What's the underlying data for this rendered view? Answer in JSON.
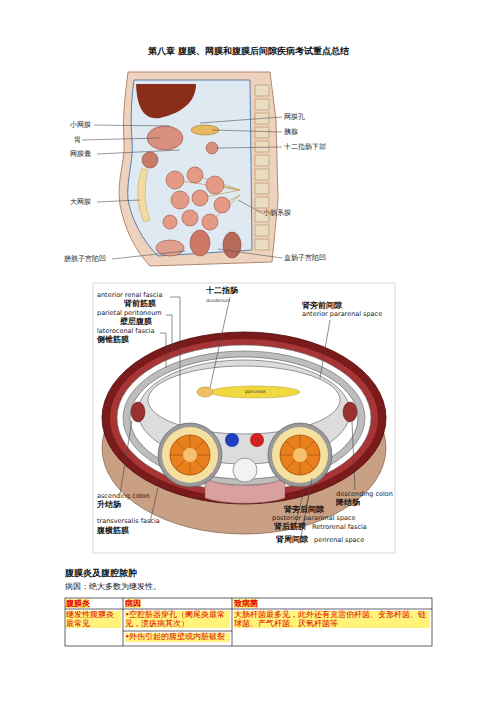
{
  "diagram": {
    "title": "第八章 腹膜、网膜和腹膜后间隙疾病考试重点总结",
    "labels": [
      "小网膜",
      "胃",
      "网膜囊",
      "大网膜",
      "膀胱子宫陷凹",
      "网膜孔",
      "胰腺",
      "十二指肠下部",
      "小肠系膜",
      "直肠子宫陷凹",
      "anterior renal fascia",
      "肾前筋膜",
      "parietal peritoneum",
      "壁层腹膜",
      "lateroconal fascia",
      "侧锥筋膜",
      "十二指肠",
      "duodenum",
      "肾旁前间隙",
      "anterior pararenal space",
      "pancreas",
      "ascending colon",
      "升结肠",
      "transversalis fascia",
      "腹横筋膜",
      "descending colon",
      "降结肠",
      "肾旁后间隙",
      "posterior pararenal space",
      "肾后筋膜",
      "Retrorenal fascia",
      "肾周间隙",
      "perirenal space",
      "腹膜炎及腹腔脓肿",
      "病因：绝大多数为继发性。",
      "腹膜炎",
      "病因",
      "致病菌",
      "继发性腹膜炎最常见",
      "•空腔脏器穿孔（阑尾炎最常见，溃疡病其次）",
      "•外伤引起的腹壁或内脏破裂",
      "大肠杆菌最多见，此外还有克雷伯杆菌、变形杆菌、链球菌、产气杆菌、厌氧杆菌等"
    ]
  }
}
